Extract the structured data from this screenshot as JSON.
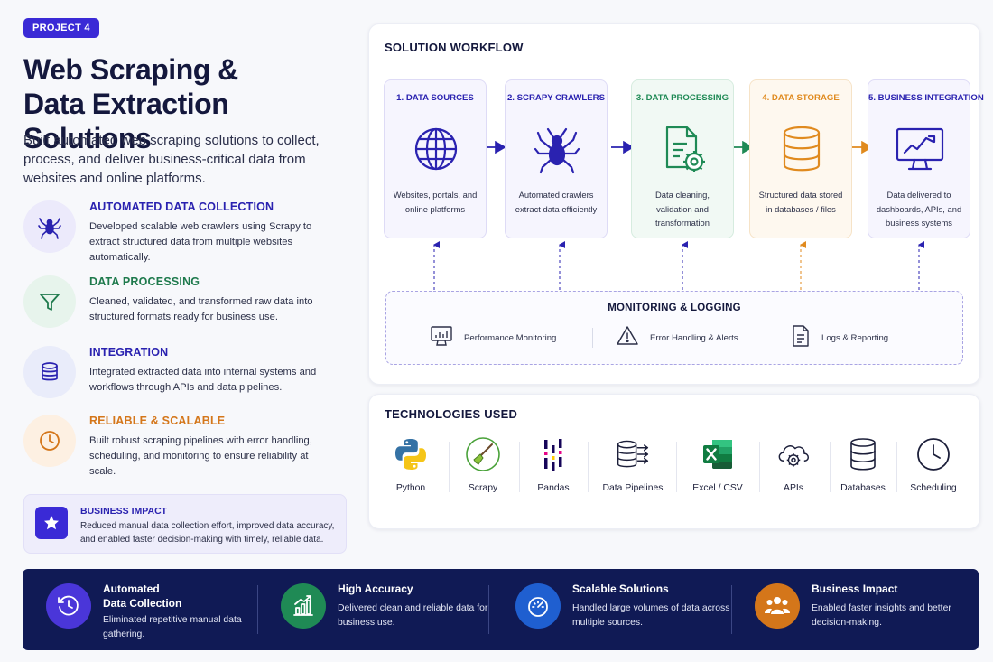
{
  "badge": "PROJECT 4",
  "title_line1": "Web Scraping &",
  "title_line2": "Data Extraction Solutions",
  "subtitle": "Built automated web scraping solutions to collect, process, and deliver business-critical data from websites and online platforms.",
  "features": [
    {
      "title": "AUTOMATED DATA COLLECTION",
      "text": "Developed scalable web crawlers using Scrapy to extract structured data from multiple websites automatically.",
      "icon": "spider-icon",
      "color": "#2a22b0"
    },
    {
      "title": "DATA PROCESSING",
      "text": "Cleaned, validated, and transformed raw data into structured formats ready for business use.",
      "icon": "funnel-icon",
      "color": "#1f7a4d"
    },
    {
      "title": "INTEGRATION",
      "text": "Integrated extracted data into internal systems and workflows through APIs and data pipelines.",
      "icon": "database-icon",
      "color": "#2a22b0"
    },
    {
      "title": "RELIABLE & SCALABLE",
      "text": "Built robust scraping pipelines with error handling, scheduling, and monitoring to ensure reliability at scale.",
      "icon": "clock-icon",
      "color": "#d4761a"
    }
  ],
  "business_impact": {
    "title": "BUSINESS IMPACT",
    "text": "Reduced manual data collection effort, improved data accuracy, and enabled faster decision-making with timely, reliable data."
  },
  "workflow": {
    "title": "SOLUTION WORKFLOW",
    "stages": [
      {
        "title": "1. DATA SOURCES",
        "desc": "Websites, portals, and online platforms",
        "icon": "globe-icon",
        "color": "#2a22b0"
      },
      {
        "title": "2. SCRAPY CRAWLERS",
        "desc": "Automated crawlers extract data efficiently",
        "icon": "spider-icon",
        "color": "#2a22b0"
      },
      {
        "title": "3. DATA PROCESSING",
        "desc": "Data cleaning, validation and transformation",
        "icon": "document-gear-icon",
        "color": "#1f8a55"
      },
      {
        "title": "4. DATA STORAGE",
        "desc": "Structured data stored in databases / files",
        "icon": "database-icon",
        "color": "#e08a1e"
      },
      {
        "title": "5. BUSINESS INTEGRATION",
        "desc": "Data delivered to dashboards, APIs, and business systems",
        "icon": "dashboard-monitor-icon",
        "color": "#2a22b0"
      }
    ],
    "monitoring": {
      "title": "MONITORING & LOGGING",
      "items": [
        {
          "label": "Performance Monitoring",
          "icon": "chart-monitor-icon"
        },
        {
          "label": "Error Handling & Alerts",
          "icon": "warning-icon"
        },
        {
          "label": "Logs & Reporting",
          "icon": "document-icon"
        }
      ]
    }
  },
  "technologies": {
    "title": "TECHNOLOGIES USED",
    "items": [
      {
        "label": "Python",
        "icon": "python-icon"
      },
      {
        "label": "Scrapy",
        "icon": "scrapy-icon"
      },
      {
        "label": "Pandas",
        "icon": "pandas-icon"
      },
      {
        "label": "Data Pipelines",
        "icon": "pipeline-icon"
      },
      {
        "label": "Excel / CSV",
        "icon": "excel-icon"
      },
      {
        "label": "APIs",
        "icon": "cloud-gear-icon"
      },
      {
        "label": "Databases",
        "icon": "database-icon"
      },
      {
        "label": "Scheduling",
        "icon": "clock-icon"
      }
    ]
  },
  "bottom_bar": [
    {
      "title_line1": "Automated",
      "title_line2": "Data Collection",
      "text": "Eliminated repetitive manual data gathering.",
      "icon": "refresh-clock-icon",
      "color": "#4a36d9"
    },
    {
      "title_line1": "High Accuracy",
      "title_line2": "",
      "text": "Delivered clean and reliable data for business use.",
      "icon": "bar-chart-icon",
      "color": "#1f8a55"
    },
    {
      "title_line1": "Scalable Solutions",
      "title_line2": "",
      "text": "Handled large volumes of data across multiple sources.",
      "icon": "gauge-icon",
      "color": "#1f5fd0"
    },
    {
      "title_line1": "Business Impact",
      "title_line2": "",
      "text": "Enabled faster insights and better decision-making.",
      "icon": "people-icon",
      "color": "#d4761a"
    }
  ]
}
